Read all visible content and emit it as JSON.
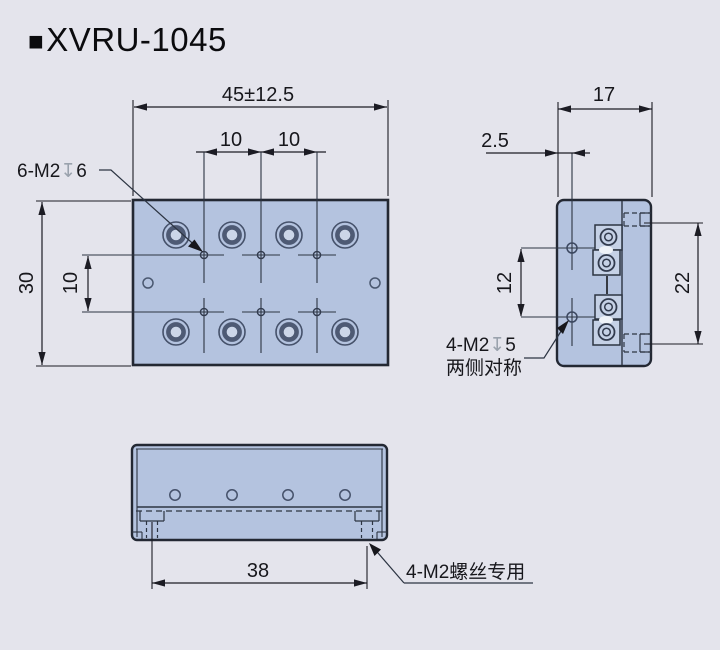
{
  "title": {
    "bullet": "■",
    "text": "XVRU-1045"
  },
  "top_view": {
    "dim_overall_width": "45±12.5",
    "dim_col_pitch_left": "10",
    "dim_col_pitch_right": "10",
    "dim_overall_height": "30",
    "dim_row_pitch": "10",
    "thread_label": {
      "prefix": "6-M2",
      "depth_symbol": "↧",
      "depth_value": "6"
    }
  },
  "side_view": {
    "dim_overall_depth": "17",
    "dim_edge_offset": "2.5",
    "dim_hole_pitch": "12",
    "dim_mount_span": "22",
    "thread_label": {
      "prefix": "4-M2",
      "depth_symbol": "↧",
      "depth_value": "5"
    },
    "symmetry_note": "两侧对称"
  },
  "front_view": {
    "dim_screw_span": "38",
    "screw_note": "4-M2螺丝专用"
  },
  "colors": {
    "background": "#e4e4ec",
    "part_fill": "#b4c3df",
    "part_fill_light": "#c5d1e6",
    "outline": "#232833",
    "detail_line": "#2c3442",
    "hole_ring": "#4e5a74",
    "dimension_line": "#1c1c24",
    "depth_symbol_gray": "#9aa2ad"
  }
}
